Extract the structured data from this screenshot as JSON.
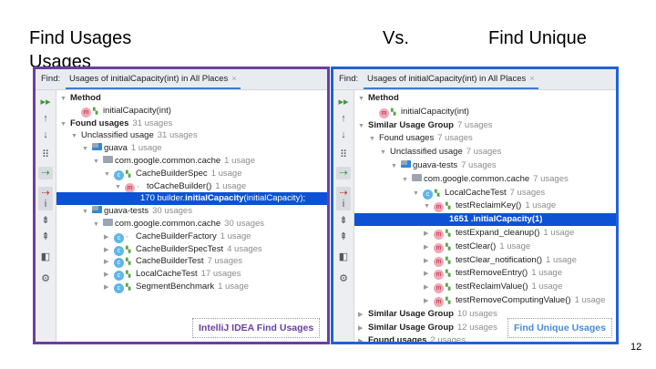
{
  "slide": {
    "left_title": "Find Usages",
    "left_title_overflow": "Usages",
    "vs": "Vs.",
    "right_title": "Find Unique",
    "page_number": "12"
  },
  "colors": {
    "left_border": "#6b3fa0",
    "right_border": "#1f63d6",
    "selection": "#0d52d4"
  },
  "left_panel": {
    "find_label": "Find:",
    "tab_label": "Usages of initialCapacity(int) in All Places",
    "tab_close": "×",
    "caption": "IntelliJ IDEA Find Usages",
    "rows": [
      {
        "level": 0,
        "arrow": "down",
        "label": "Method",
        "bold": true
      },
      {
        "level": 1,
        "icon": "m",
        "vis": "pub",
        "label": "initialCapacity(int)"
      },
      {
        "level": 0,
        "arrow": "down",
        "label": "Found usages",
        "bold": true,
        "count": "31 usages"
      },
      {
        "level": 1,
        "arrow": "down",
        "label": "Unclassified usage",
        "count": "31 usages"
      },
      {
        "level": 2,
        "arrow": "down",
        "icon": "module",
        "label": "guava",
        "count": "1 usage"
      },
      {
        "level": 3,
        "arrow": "down",
        "icon": "folder",
        "label": "com.google.common.cache",
        "count": "1 usage"
      },
      {
        "level": 4,
        "arrow": "down",
        "icon": "c",
        "vis": "pub",
        "label": "CacheBuilderSpec",
        "count": "1 usage"
      },
      {
        "level": 5,
        "arrow": "down",
        "icon": "m",
        "vis": "pkg",
        "label": "toCacheBuilder()",
        "count": "1 usage"
      },
      {
        "level": 6,
        "highlight": true,
        "prefix": "170 builder.",
        "match": "initialCapacity",
        "suffix": "(initialCapacity);"
      },
      {
        "level": 2,
        "arrow": "down",
        "icon": "module",
        "label": "guava-tests",
        "count": "30 usages"
      },
      {
        "level": 3,
        "arrow": "down",
        "icon": "folder",
        "label": "com.google.common.cache",
        "count": "30 usages"
      },
      {
        "level": 4,
        "arrow": "right",
        "icon": "c",
        "vis": "pkg",
        "label": "CacheBuilderFactory",
        "count": "1 usage"
      },
      {
        "level": 4,
        "arrow": "right",
        "icon": "c",
        "vis": "pub",
        "label": "CacheBuilderSpecTest",
        "count": "4 usages"
      },
      {
        "level": 4,
        "arrow": "right",
        "icon": "c",
        "vis": "pub",
        "label": "CacheBuilderTest",
        "count": "7 usages"
      },
      {
        "level": 4,
        "arrow": "right",
        "icon": "c",
        "vis": "pub",
        "label": "LocalCacheTest",
        "count": "17 usages"
      },
      {
        "level": 4,
        "arrow": "right",
        "icon": "c",
        "vis": "pub",
        "label": "SegmentBenchmark",
        "count": "1 usage"
      }
    ]
  },
  "right_panel": {
    "find_label": "Find:",
    "tab_label": "Usages of initialCapacity(int) in All Places",
    "tab_close": "×",
    "caption": "Find Unique Usages",
    "rows": [
      {
        "level": 0,
        "arrow": "down",
        "label": "Method",
        "bold": true
      },
      {
        "level": 1,
        "icon": "m",
        "vis": "pub",
        "label": "initialCapacity(int)"
      },
      {
        "level": 0,
        "arrow": "down",
        "label": "Similar Usage Group",
        "bold": true,
        "count": "7 usages"
      },
      {
        "level": 1,
        "arrow": "down",
        "label": "Found usages",
        "count": "7 usages"
      },
      {
        "level": 2,
        "arrow": "down",
        "label": "Unclassified usage",
        "count": "7 usages"
      },
      {
        "level": 3,
        "arrow": "down",
        "icon": "module",
        "label": "guava-tests",
        "count": "7 usages"
      },
      {
        "level": 4,
        "arrow": "down",
        "icon": "folder",
        "label": "com.google.common.cache",
        "count": "7 usages"
      },
      {
        "level": 5,
        "arrow": "down",
        "icon": "c",
        "vis": "pub",
        "label": "LocalCacheTest",
        "count": "7 usages"
      },
      {
        "level": 6,
        "arrow": "down",
        "icon": "m",
        "vis": "pub",
        "label": "testReclaimKey()",
        "count": "1 usage"
      },
      {
        "level": 7,
        "highlight": true,
        "prefix": "1651 .",
        "match": "initialCapacity",
        "suffix": "(1)",
        "bold_all": true
      },
      {
        "level": 6,
        "arrow": "right",
        "icon": "m",
        "vis": "pub",
        "label": "testExpand_cleanup()",
        "count": "1 usage"
      },
      {
        "level": 6,
        "arrow": "right",
        "icon": "m",
        "vis": "pub",
        "label": "testClear()",
        "count": "1 usage"
      },
      {
        "level": 6,
        "arrow": "right",
        "icon": "m",
        "vis": "pub",
        "label": "testClear_notification()",
        "count": "1 usage"
      },
      {
        "level": 6,
        "arrow": "right",
        "icon": "m",
        "vis": "pub",
        "label": "testRemoveEntry()",
        "count": "1 usage"
      },
      {
        "level": 6,
        "arrow": "right",
        "icon": "m",
        "vis": "pub",
        "label": "testReclaimValue()",
        "count": "1 usage"
      },
      {
        "level": 6,
        "arrow": "right",
        "icon": "m",
        "vis": "pub",
        "label": "testRemoveComputingValue()",
        "count": "1 usage"
      },
      {
        "level": 0,
        "arrow": "right",
        "label": "Similar Usage Group",
        "bold": true,
        "count": "10 usages"
      },
      {
        "level": 0,
        "arrow": "right",
        "label": "Similar Usage Group",
        "bold": true,
        "count": "12 usages"
      },
      {
        "level": 0,
        "arrow": "right",
        "label": "Found usages",
        "bold": true,
        "count": "2 usages"
      }
    ]
  },
  "toolbar_icons": [
    "rerun-icon",
    "previous-occurrence-icon",
    "next-occurrence-icon",
    "group-by-icon",
    "show-read-access-icon",
    "show-write-access-icon",
    "info-icon",
    "expand-all-icon",
    "collapse-all-icon",
    "preview-icon",
    "settings-icon"
  ]
}
